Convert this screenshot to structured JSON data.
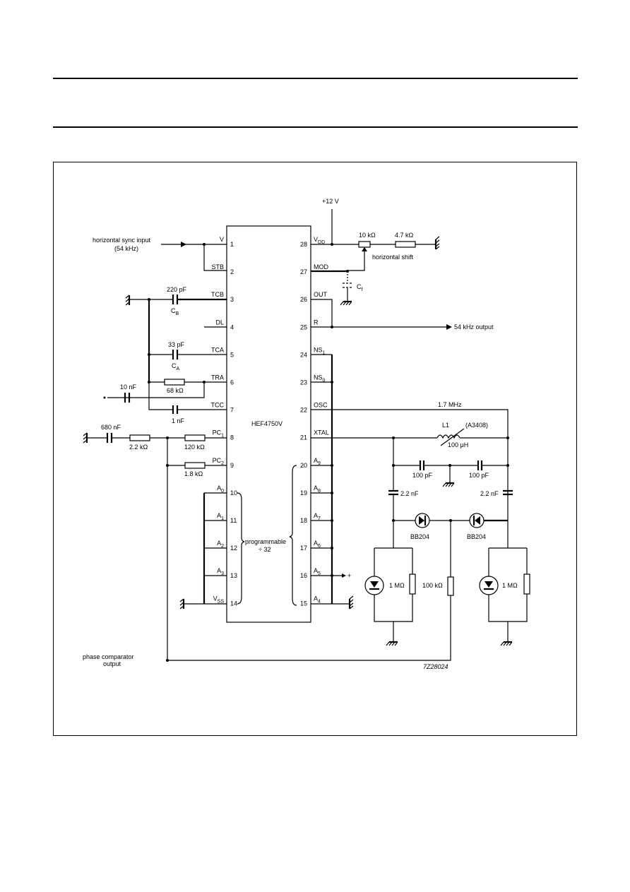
{
  "diagram": {
    "ic": {
      "name": "HEF4750V",
      "left_pins": [
        {
          "num": "1",
          "label": "V"
        },
        {
          "num": "2",
          "label": "STB"
        },
        {
          "num": "3",
          "label": "TCB"
        },
        {
          "num": "4",
          "label": "DL"
        },
        {
          "num": "5",
          "label": "TCA"
        },
        {
          "num": "6",
          "label": "TRA"
        },
        {
          "num": "7",
          "label": "TCC"
        },
        {
          "num": "8",
          "label": "PC",
          "sub": "1"
        },
        {
          "num": "9",
          "label": "PC",
          "sub": "2"
        },
        {
          "num": "10",
          "label": "A",
          "sub": "0"
        },
        {
          "num": "11",
          "label": "A",
          "sub": "1"
        },
        {
          "num": "12",
          "label": "A",
          "sub": "2"
        },
        {
          "num": "13",
          "label": "A",
          "sub": "3"
        },
        {
          "num": "14",
          "label": "V",
          "sub": "SS"
        }
      ],
      "right_pins": [
        {
          "num": "28",
          "label": "V",
          "sub": "DD"
        },
        {
          "num": "27",
          "label": "MOD"
        },
        {
          "num": "26",
          "label": "OUT"
        },
        {
          "num": "25",
          "label": "R"
        },
        {
          "num": "24",
          "label": "NS",
          "sub": "1"
        },
        {
          "num": "23",
          "label": "NS",
          "sub": "0"
        },
        {
          "num": "22",
          "label": "OSC"
        },
        {
          "num": "21",
          "label": "XTAL"
        },
        {
          "num": "20",
          "label": "A",
          "sub": "9"
        },
        {
          "num": "19",
          "label": "A",
          "sub": "8"
        },
        {
          "num": "18",
          "label": "A",
          "sub": "7"
        },
        {
          "num": "17",
          "label": "A",
          "sub": "6"
        },
        {
          "num": "16",
          "label": "A",
          "sub": "5"
        },
        {
          "num": "15",
          "label": "A",
          "sub": "4"
        }
      ]
    },
    "labels": {
      "supply": "+12 V",
      "sync_input_1": "horizontal sync input",
      "sync_input_2": "(54 kHz)",
      "r_10k": "10 kΩ",
      "r_4k7": "4.7 kΩ",
      "horizontal_shift": "horizontal shift",
      "cf": "C",
      "cf_sub": "f",
      "output_54k": "54 kHz output",
      "c_220p": "220 pF",
      "cb": "C",
      "cb_sub": "B",
      "c_33p": "33 pF",
      "ca": "C",
      "ca_sub": "A",
      "c_10n": "10 nF",
      "plus": "+",
      "r_68k": "68 kΩ",
      "c_1n": "1 nF",
      "c_680n": "680 nF",
      "r_2k2": "2.2 kΩ",
      "r_120k": "120 kΩ",
      "r_1k8": "1.8 kΩ",
      "freq": "1.7 MHz",
      "l1": "L1",
      "l1_part": "(A3408)",
      "l1_val": "100 μH",
      "c_100p_1": "100 pF",
      "c_100p_2": "100 pF",
      "c_2n2_1": "2.2 nF",
      "c_2n2_2": "2.2 nF",
      "programmable_1": "programmable",
      "programmable_2": "÷ 32",
      "diode_1": "BB204",
      "diode_2": "BB204",
      "r_1m_1": "1 MΩ",
      "r_100k": "100 kΩ",
      "r_1m_2": "1 MΩ",
      "phase_out_1": "phase comparator",
      "phase_out_2": "output",
      "figure_code": "7Z28024"
    }
  }
}
